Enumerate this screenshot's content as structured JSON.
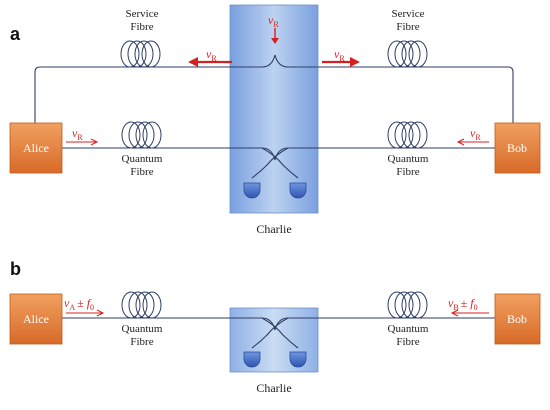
{
  "panel_a": {
    "label": "a",
    "service_fibre_label": [
      "Service",
      "Fibre"
    ],
    "quantum_fibre_label": [
      "Quantum",
      "Fibre"
    ],
    "alice": "Alice",
    "bob": "Bob",
    "charlie": "Charlie",
    "nu": "ν",
    "sub_r": "R"
  },
  "panel_b": {
    "label": "b",
    "quantum_fibre_label": [
      "Quantum",
      "Fibre"
    ],
    "alice": "Alice",
    "bob": "Bob",
    "charlie": "Charlie",
    "nu": "ν",
    "sub_a": "A",
    "sub_b": "B",
    "pm_f": "± f",
    "sub_0": "0"
  },
  "colors": {
    "node": "#e07b39",
    "box_light": "#a9c4ea",
    "box_dark": "#4f7fc9",
    "arrow_red": "#d42020",
    "fibre": "#2e3f66",
    "detector": "#3f67c4"
  }
}
